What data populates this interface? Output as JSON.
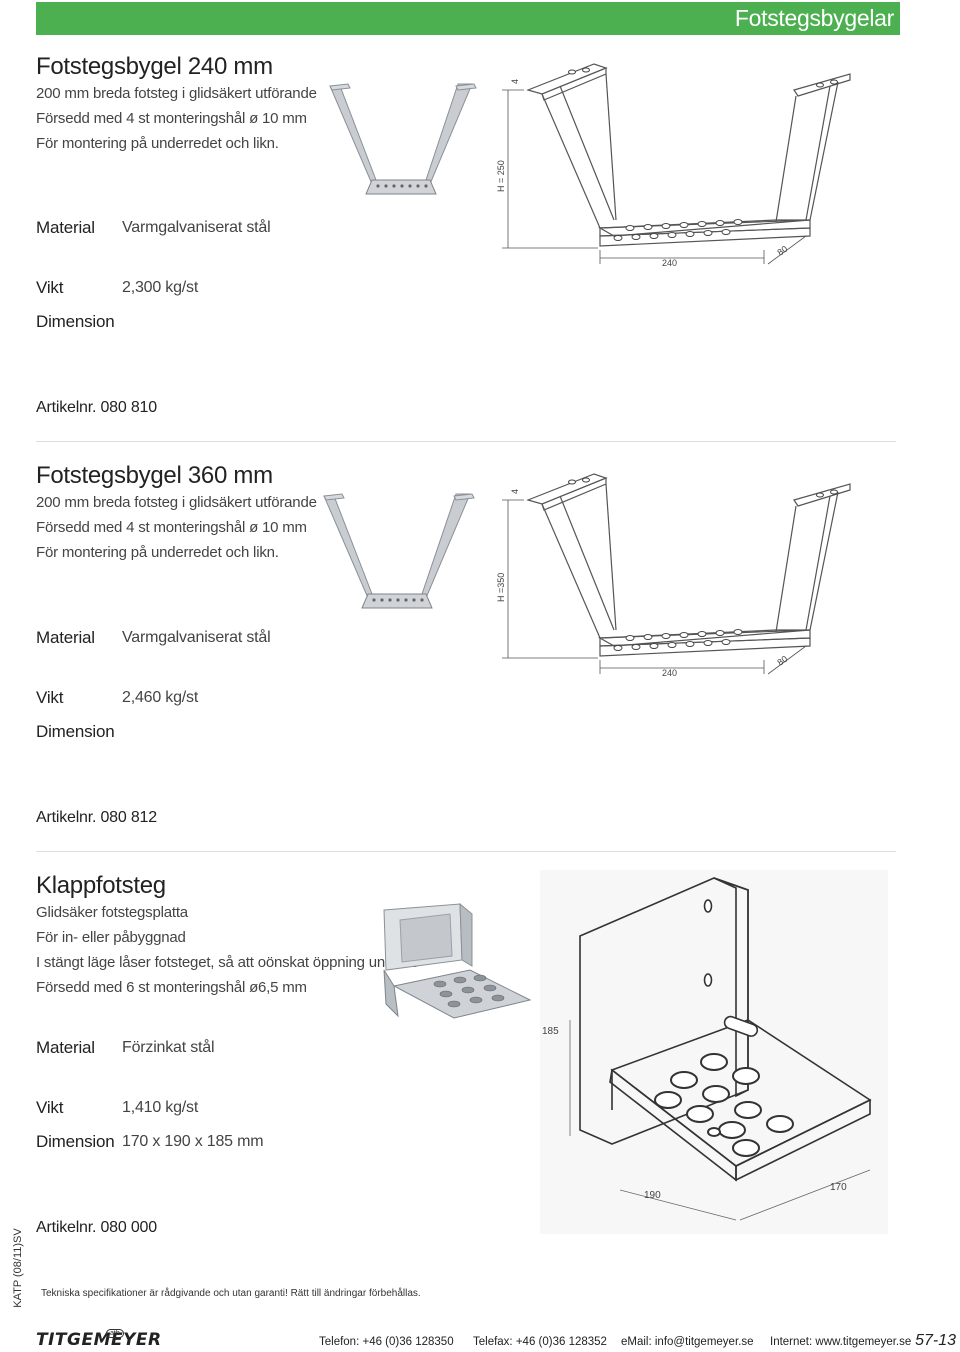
{
  "header": {
    "title": "Fotstegsbygelar",
    "color": "#4caf50"
  },
  "products": [
    {
      "title": "Fotstegsbygel 240 mm",
      "desc": [
        "200 mm breda fotsteg i glidsäkert utförande",
        "Försedd med 4 st monteringshål ø 10 mm",
        "För montering på underredet och likn."
      ],
      "material_label": "Material",
      "material": "Varmgalvaniserat stål",
      "weight_label": "Vikt",
      "weight": "2,300 kg/st",
      "dimension_label": "Dimension",
      "dimension": "",
      "artnr": "Artikelnr. 080 810",
      "dims": {
        "top": "4",
        "height": "H = 250",
        "width": "240",
        "depth": "80"
      }
    },
    {
      "title": "Fotstegsbygel 360 mm",
      "desc": [
        "200 mm breda fotsteg i glidsäkert utförande",
        "Försedd med 4 st monteringshål ø 10 mm",
        "För montering på underredet och likn."
      ],
      "material_label": "Material",
      "material": "Varmgalvaniserat stål",
      "weight_label": "Vikt",
      "weight": "2,460 kg/st",
      "dimension_label": "Dimension",
      "dimension": "",
      "artnr": "Artikelnr. 080 812",
      "dims": {
        "top": "4",
        "height": "H =350",
        "width": "240",
        "depth": "80"
      }
    },
    {
      "title": "Klappfotsteg",
      "desc": [
        "Glidsäker fotstegsplatta",
        "För in- eller påbyggnad",
        "I stängt läge låser fotsteget, så att oönskat öppning undviks",
        "Försedd med 6 st monteringshål ø6,5 mm"
      ],
      "material_label": "Material",
      "material": "Förzinkat stål",
      "weight_label": "Vikt",
      "weight": "1,410 kg/st",
      "dimension_label": "Dimension",
      "dimension": "170 x 190 x 185 mm",
      "artnr": "Artikelnr. 080 000",
      "dims": {
        "height": "185",
        "width": "190",
        "depth": "170"
      }
    }
  ],
  "side_text": "KATP (08/11)SV",
  "disclaimer": "Tekniska specifikationer är rådgivande och utan garanti! Rätt till ändringar förbehållas.",
  "footer": {
    "logo": "TITGEMEYER",
    "logo_badge": "atb",
    "phone": "Telefon: +46 (0)36 128350",
    "fax": "Telefax: +46 (0)36 128352",
    "email": "eMail: info@titgemeyer.se",
    "web": "Internet: www.titgemeyer.se",
    "page": "57-13"
  }
}
